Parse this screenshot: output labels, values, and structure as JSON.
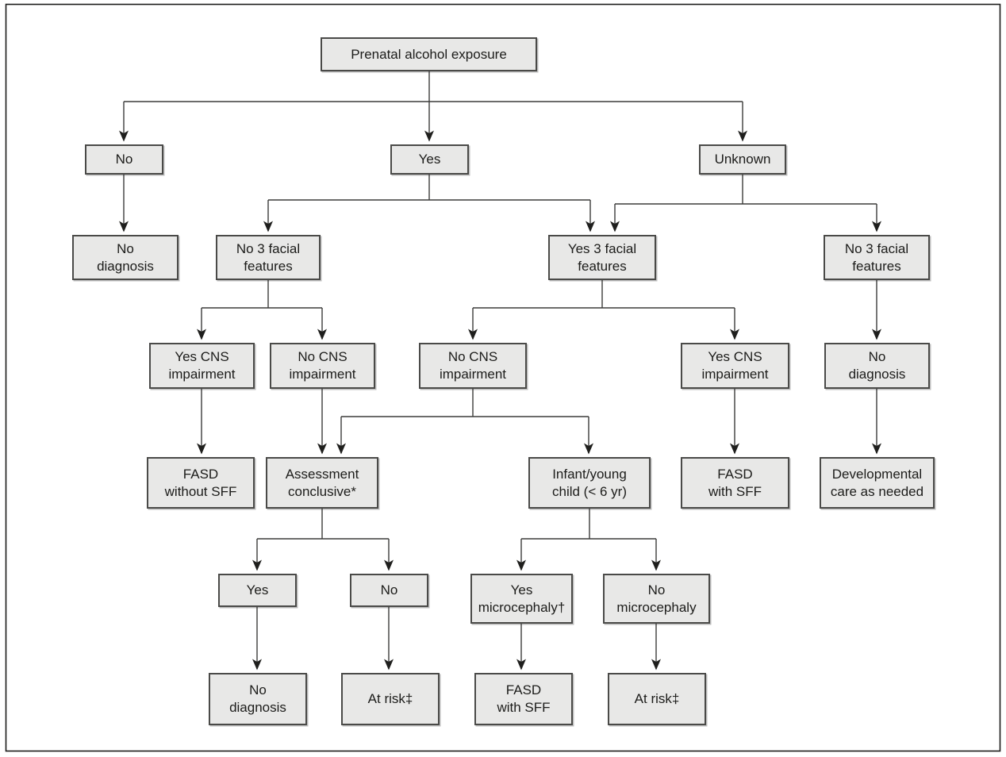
{
  "colors": {
    "background": "#ffffff",
    "box_fill": "#e8e8e7",
    "box_border": "#4a4a48",
    "line": "#3c3c3a",
    "arrow": "#1f1f1d",
    "text": "#1c1c1a",
    "frame": "#1b1b19"
  },
  "nodes": {
    "prenatal": {
      "label": "Prenatal alcohol exposure"
    },
    "no": {
      "label": "No"
    },
    "yes": {
      "label": "Yes"
    },
    "unknown": {
      "label": "Unknown"
    },
    "no_diagnosis_1": {
      "label": "No\ndiagnosis"
    },
    "no_3ff_left": {
      "label": "No 3 facial\nfeatures"
    },
    "yes_3ff": {
      "label": "Yes 3 facial\nfeatures"
    },
    "no_3ff_right": {
      "label": "No 3 facial\nfeatures"
    },
    "yes_cns_left": {
      "label": "Yes CNS\nimpairment"
    },
    "no_cns_left": {
      "label": "No CNS\nimpairment"
    },
    "no_cns_mid": {
      "label": "No CNS\nimpairment"
    },
    "yes_cns_right": {
      "label": "Yes CNS\nimpairment"
    },
    "no_diagnosis_2": {
      "label": "No\ndiagnosis"
    },
    "fasd_without_sff": {
      "label": "FASD\nwithout SFF"
    },
    "assessment_conclusive": {
      "label": "Assessment\nconclusive*"
    },
    "infant_young_child": {
      "label": "Infant/young\nchild (< 6 yr)"
    },
    "fasd_with_sff_1": {
      "label": "FASD\nwith SFF"
    },
    "developmental_care": {
      "label": "Developmental\ncare as needed"
    },
    "yes_conclusive": {
      "label": "Yes"
    },
    "no_conclusive": {
      "label": "No"
    },
    "yes_microcephaly": {
      "label": "Yes\nmicrocephaly†"
    },
    "no_microcephaly": {
      "label": "No\nmicrocephaly"
    },
    "no_diagnosis_3": {
      "label": "No\ndiagnosis"
    },
    "at_risk_1": {
      "label": "At risk‡"
    },
    "fasd_with_sff_2": {
      "label": "FASD\nwith SFF"
    },
    "at_risk_2": {
      "label": "At risk‡"
    }
  }
}
